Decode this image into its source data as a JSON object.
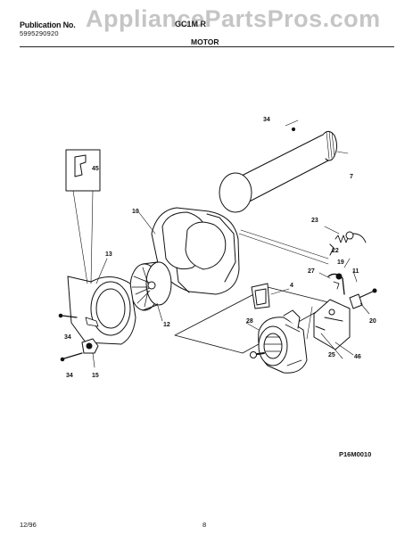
{
  "header": {
    "publication_label": "Publication No.",
    "publication_number": "5995290920",
    "model": "GC1M R",
    "section_title": "MOTOR",
    "watermark": "AppliancePartsPros.com"
  },
  "callouts": [
    "34",
    "7",
    "10",
    "23",
    "45",
    "13",
    "22",
    "19",
    "11",
    "27",
    "4",
    "12",
    "20",
    "28",
    "46",
    "34",
    "25",
    "34",
    "15"
  ],
  "footer": {
    "drawing_code": "P16M0010",
    "date": "12/96",
    "page_number": "8"
  }
}
